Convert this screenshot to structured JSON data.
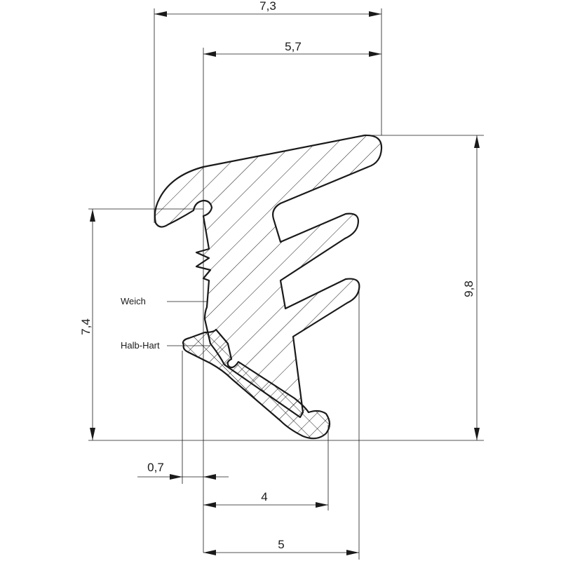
{
  "dimensions": {
    "top_width_total": "7,3",
    "top_width_inner": "5,7",
    "height_total": "9,8",
    "height_lower": "7,4",
    "offset_small": "0,7",
    "bottom_width_inner": "4",
    "bottom_width_total": "5"
  },
  "labels": {
    "soft": "Weich",
    "semi_hard": "Halb-Hart"
  },
  "colors": {
    "line": "#1a1a1a",
    "background": "#ffffff"
  }
}
